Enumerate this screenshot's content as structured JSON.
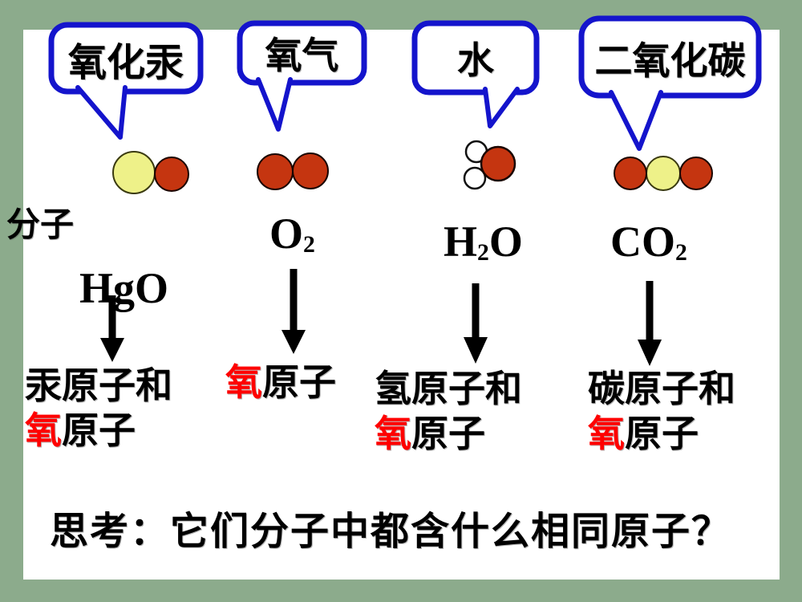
{
  "slide": {
    "molecule_row_label": "分子",
    "question": "思考：它们分子中都含什么相同原子？"
  },
  "colors": {
    "background_green": "#8cab8c",
    "panel_white": "#ffffff",
    "bubble_border_blue": "#1414cc",
    "atom_red": "#c53510",
    "atom_yellow": "#eef189",
    "atom_white": "#ffffff",
    "highlight_red": "#ff0000",
    "text_black": "#000000"
  },
  "columns": [
    {
      "name": "mercury-oxide",
      "bubble_label": "氧化汞",
      "formula": [
        {
          "text": "HgO"
        }
      ],
      "molecule_atoms": [
        "mercury-yellow-large",
        "oxygen-red"
      ],
      "result": {
        "line1_black": "汞原子和",
        "line2_red": "氧",
        "line2_black": "原子"
      }
    },
    {
      "name": "oxygen-gas",
      "bubble_label": "氧气",
      "formula": [
        {
          "text": "O"
        },
        {
          "text": "2",
          "sub": true
        }
      ],
      "molecule_atoms": [
        "oxygen-red",
        "oxygen-red"
      ],
      "result": {
        "line1_red": "氧",
        "line1_black": "原子"
      }
    },
    {
      "name": "water",
      "bubble_label": "水",
      "formula": [
        {
          "text": "H"
        },
        {
          "text": "2",
          "sub": true
        },
        {
          "text": "O"
        }
      ],
      "molecule_atoms": [
        "hydrogen-white-small",
        "hydrogen-white-small",
        "oxygen-red"
      ],
      "result": {
        "line1_black": "氢原子和",
        "line2_red": "氧",
        "line2_black": "原子"
      }
    },
    {
      "name": "carbon-dioxide",
      "bubble_label": "二氧化碳",
      "formula": [
        {
          "text": "CO"
        },
        {
          "text": "2",
          "sub": true
        }
      ],
      "molecule_atoms": [
        "oxygen-red",
        "carbon-yellow",
        "oxygen-red"
      ],
      "result": {
        "line1_black": "碳原子和",
        "line2_red": "氧",
        "line2_black": "原子"
      }
    }
  ]
}
